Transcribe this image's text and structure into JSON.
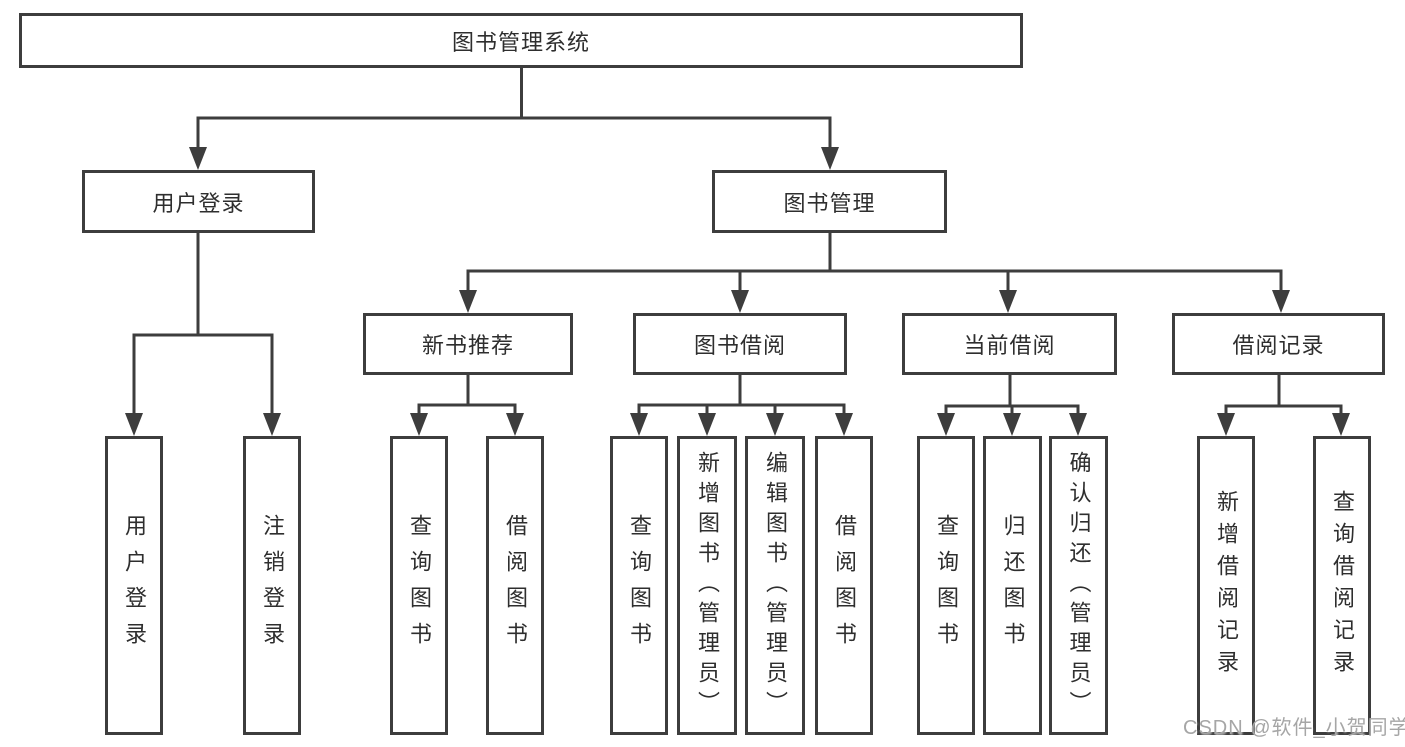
{
  "tree": {
    "root": {
      "label": "图书管理系统"
    },
    "user_login": {
      "label": "用户登录",
      "children": {
        "login": "用户登录",
        "logout": "注销登录"
      }
    },
    "book_mgmt": {
      "label": "图书管理",
      "children": {
        "new_book": {
          "label": "新书推荐",
          "children": {
            "query_book": "查询图书",
            "borrow_book": "借阅图书"
          }
        },
        "book_borrow": {
          "label": "图书借阅",
          "children": {
            "query_book": "查询图书",
            "add_book": "新增图书（管理员）",
            "edit_book": "编辑图书（管理员）",
            "borrow_book": "借阅图书"
          }
        },
        "current_borrow": {
          "label": "当前借阅",
          "children": {
            "query_book": "查询图书",
            "return_book": "归还图书",
            "confirm_return": "确认归还（管理员）"
          }
        },
        "borrow_record": {
          "label": "借阅记录",
          "children": {
            "add_record": "新增借阅记录",
            "query_record": "查询借阅记录"
          }
        }
      }
    }
  },
  "watermark": "CSDN @软件_小贺同学",
  "colors": {
    "line": "#3d3d3d",
    "text": "#2e2e2e",
    "watermark": "#a6a6a6",
    "background": "#ffffff"
  }
}
